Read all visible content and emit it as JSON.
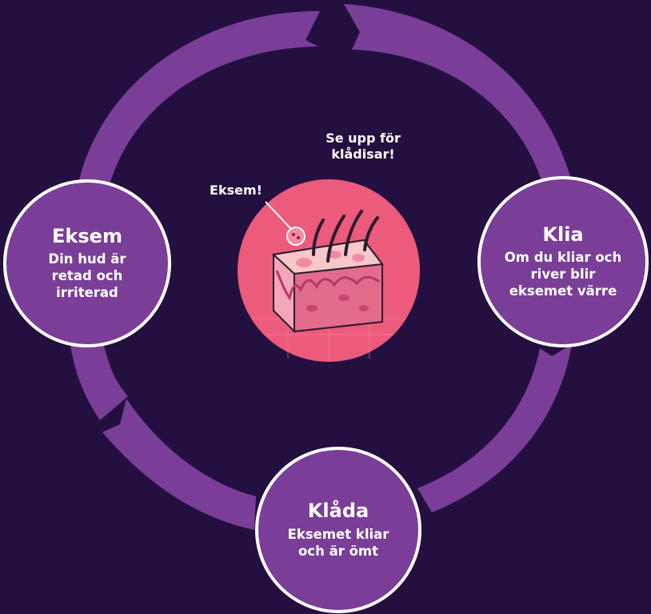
{
  "colors": {
    "background": "#231040",
    "cycle_arrow": "#7a3e99",
    "node_fill": "#7a3e99",
    "node_border": "#ffffff",
    "skin_circle": "#ec5a7c",
    "text": "#ffffff"
  },
  "cycle": {
    "nodes": [
      {
        "id": "eksem",
        "title": "Eksem",
        "description": "Din hud är retad och irriterad"
      },
      {
        "id": "klia",
        "title": "Klia",
        "description": "Om du kliar och river blir eksemet värre"
      },
      {
        "id": "klada",
        "title": "Klåda",
        "description": "Eksemet kliar och är ömt"
      }
    ]
  },
  "center": {
    "warning_label": "Se upp för klådisar!",
    "callout_label": "Eksem!",
    "illustration_icon": "skin-cross-section-with-hairs"
  }
}
